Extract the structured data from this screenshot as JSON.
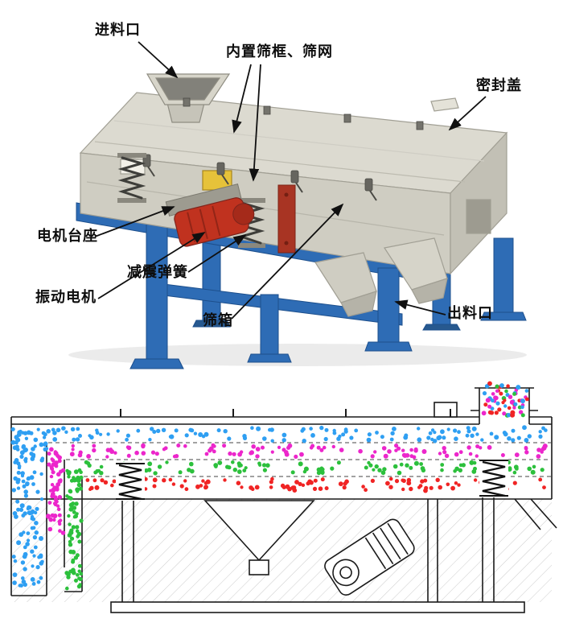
{
  "photo": {
    "labels": {
      "feed_inlet": "进料口",
      "inner_screen": "内置筛框、筛网",
      "seal_cover": "密封盖",
      "motor_base": "电机台座",
      "damping_spring": "减震弹簧",
      "vibration_motor": "振动电机",
      "screen_box": "筛箱",
      "discharge_outlet": "出料口"
    }
  },
  "colors": {
    "machine_body": "#dcdad0",
    "machine_body_dark": "#c2c0b5",
    "frame_blue": "#2e6cb5",
    "motor_red": "#c0321f",
    "particle_coarse": "#2f9ff2",
    "particle_medium": "#ec26cb",
    "particle_fine": "#2cc03c",
    "particle_finest": "#f02424",
    "outline": "#1a1a1a"
  }
}
